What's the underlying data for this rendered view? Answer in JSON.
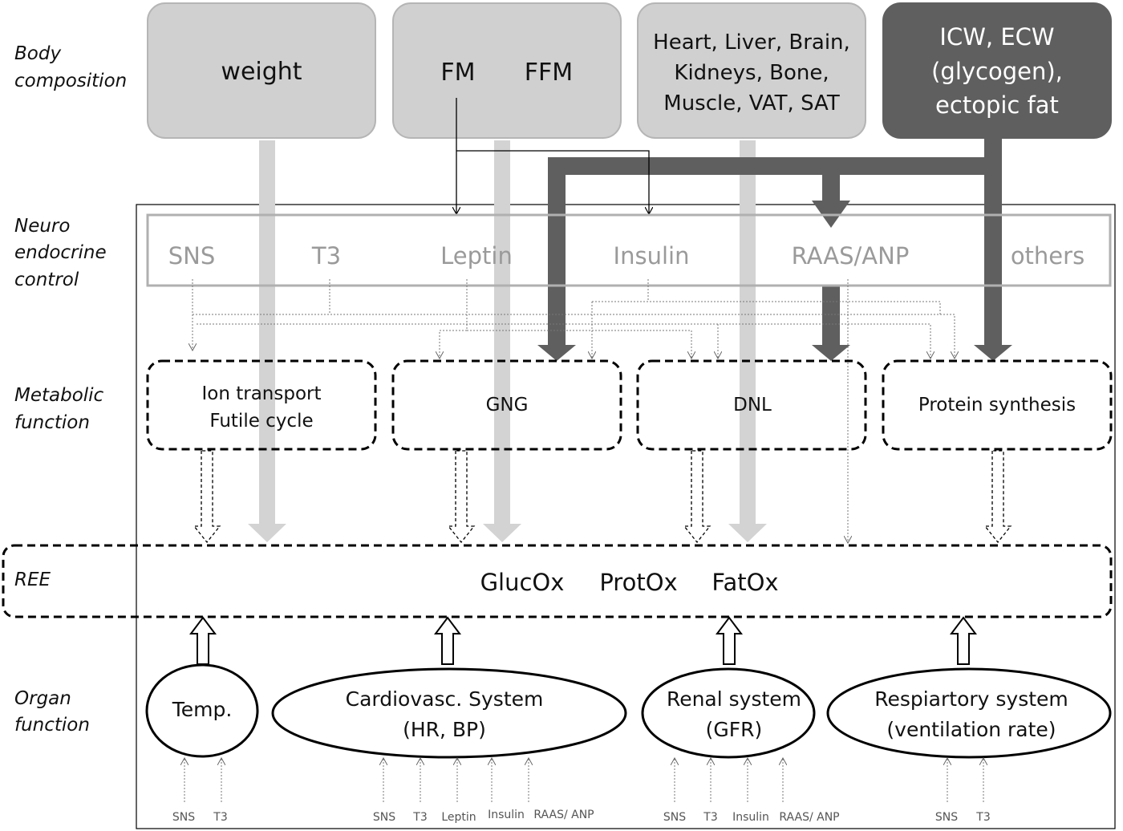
{
  "row_labels": {
    "body": [
      "Body",
      "composition"
    ],
    "neuro": [
      "Neuro",
      "endocrine",
      "control"
    ],
    "metabolic": [
      "Metabolic",
      "function"
    ],
    "ree": "REE",
    "organ": [
      "Organ",
      "function"
    ]
  },
  "body_composition": {
    "weight": "weight",
    "fm": "FM",
    "ffm": "FFM",
    "organs": [
      "Heart, Liver, Brain,",
      "Kidneys, Bone,",
      "Muscle, VAT, SAT"
    ],
    "water": [
      "ICW, ECW",
      "(glycogen),",
      "ectopic fat"
    ]
  },
  "neuro_endocrine": [
    "SNS",
    "T3",
    "Leptin",
    "Insulin",
    "RAAS/ANP",
    "others"
  ],
  "metabolic": {
    "ion": [
      "Ion transport",
      "Futile cycle"
    ],
    "gng": "GNG",
    "dnl": "DNL",
    "protein": "Protein synthesis"
  },
  "ree": {
    "glucox": "GlucOx",
    "protox": "ProtOx",
    "fatox": "FatOx"
  },
  "organs": {
    "temp": "Temp.",
    "cardio": [
      "Cardiovasc. System",
      "(HR, BP)"
    ],
    "renal": [
      "Renal system",
      "(GFR)"
    ],
    "resp": [
      "Respiartory system",
      "(ventilation rate)"
    ]
  },
  "organ_inputs": {
    "temp": [
      "SNS",
      "T3"
    ],
    "cardio": [
      "SNS",
      "T3",
      "Leptin",
      "Insulin",
      "RAAS/ ANP"
    ],
    "renal": [
      "SNS",
      "T3",
      "Insulin",
      "RAAS/ ANP"
    ],
    "resp": [
      "SNS",
      "T3"
    ]
  },
  "colors": {
    "light_gray": "#d0d0d0",
    "dark_gray": "#5f5f5f",
    "neuro_text": "#9a9a9a",
    "arrow_light": "#d3d3d3"
  }
}
